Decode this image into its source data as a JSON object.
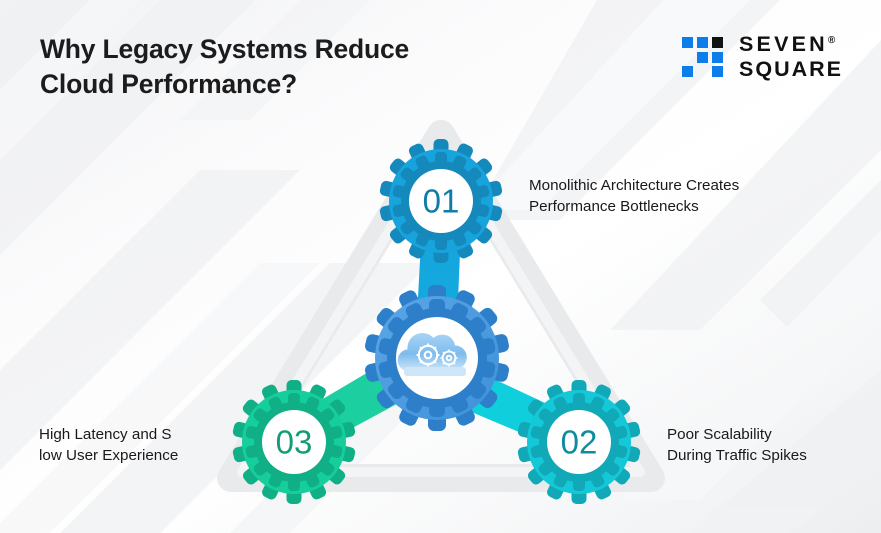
{
  "header": {
    "title": "Why Legacy Systems Reduce\nCloud Performance?",
    "logo": {
      "line1": "SEVEN",
      "line2": "SQUARE",
      "registered": "®",
      "mark_name": "seven-square-squares-mark",
      "mark_color_blue": "#0D7DEA",
      "mark_color_dark": "#121212"
    }
  },
  "diagram": {
    "type": "triangle-hub-and-spoke",
    "background_shape_color": "#e9eaec",
    "hub": {
      "icon": "cloud-with-gears-icon",
      "gear_color": "#4a9ae0",
      "gear_tooth_color": "#2d7fc9",
      "inner_circle_color": "#ffffff",
      "cloud_color": "#8fc4f0"
    },
    "nodes": [
      {
        "id": "01",
        "number": "01",
        "name": "node-01",
        "color": "#17A3DC",
        "tooth_color": "#1589BC",
        "arm_color": "#12A4DD",
        "text_color": "#0E7CA6",
        "label": "Monolithic Architecture Creates\nPerformance Bottlenecks"
      },
      {
        "id": "02",
        "number": "02",
        "name": "node-02",
        "color": "#14C8D8",
        "tooth_color": "#11A8B8",
        "arm_color": "#0FCFDA",
        "text_color": "#0E8C9B",
        "label": "Poor Scalability\nDuring Traffic Spikes"
      },
      {
        "id": "03",
        "number": "03",
        "name": "node-03",
        "color": "#16CE9C",
        "tooth_color": "#10AF85",
        "arm_color": "#1FCE9C",
        "text_color": "#149C76",
        "label": "High Latency and S\nlow User Experience"
      }
    ]
  }
}
